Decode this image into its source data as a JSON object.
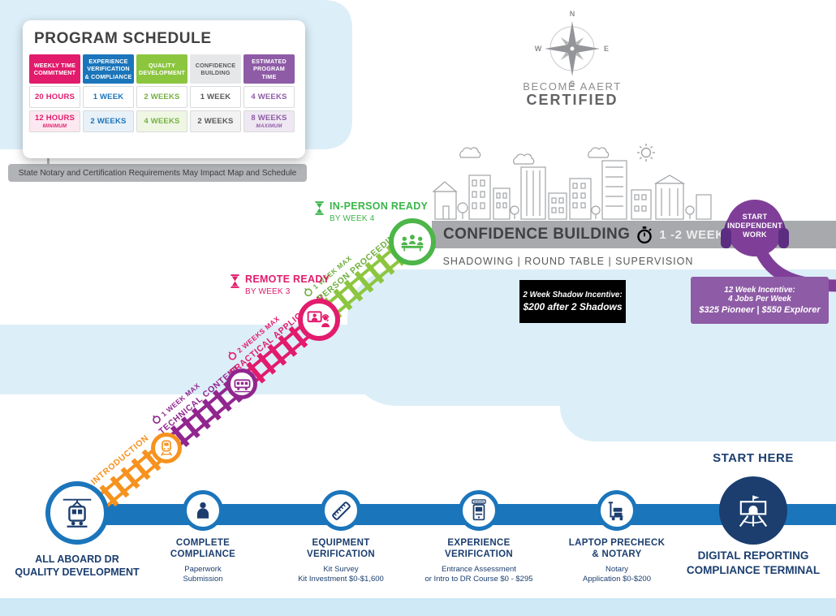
{
  "palette": {
    "blue": "#1b75bb",
    "navy": "#1b3e6f",
    "orange": "#f6921e",
    "purple": "#91268f",
    "pink": "#e21b6c",
    "green": "#8cc63f",
    "green_bright": "#3bb54a",
    "gray_band": "#a7a9ac",
    "purple_deep": "#7f3f98",
    "purple_box": "#8e5ba6",
    "water": "#dceef8",
    "black": "#000000"
  },
  "schedule": {
    "title": "PROGRAM SCHEDULE",
    "note": "State Notary and Certification Requirements May Impact Map and Schedule",
    "columns": [
      {
        "header": "WEEKLY TIME COMMITMENT",
        "color": "#e21b6c",
        "row1": "20 HOURS",
        "row2": "12 HOURS",
        "row2_note": "MINIMUM"
      },
      {
        "header": "EXPERIENCE VERIFICATION & COMPLIANCE",
        "color": "#1b75bb",
        "row1": "1 WEEK",
        "row2": "2 WEEKS",
        "row2_note": ""
      },
      {
        "header": "QUALITY DEVELOPMENT",
        "color": "#8cc63f",
        "row1": "2 WEEKS",
        "row2": "4 WEEKS",
        "row2_note": ""
      },
      {
        "header": "CONFIDENCE BUILDING",
        "color": "#58595b",
        "row1": "1 WEEK",
        "row2": "2 WEEKS",
        "row2_note": ""
      },
      {
        "header": "ESTIMATED PROGRAM TIME",
        "color": "#8e5ba6",
        "row1": "4 WEEKS",
        "row2": "8 WEEKS",
        "row2_note": "MAXIMUM"
      }
    ]
  },
  "compass": {
    "n": "N",
    "e": "E",
    "s": "S",
    "w": "W",
    "line1": "BECOME AAERT",
    "line2": "CERTIFIED"
  },
  "confidence": {
    "title": "CONFIDENCE BUILDING",
    "duration": "1 -2 WEEKS",
    "activities": "SHADOWING | ROUND TABLE | SUPERVISION"
  },
  "incentives": {
    "shadow": {
      "line1": "2 Week Shadow Incentive:",
      "line2": "$200 after 2 Shadows"
    },
    "twelve_week": {
      "line1": "12 Week Incentive:",
      "line2": "4 Jobs Per Week",
      "line3": "$325 Pioneer | $550 Explorer"
    }
  },
  "independent": {
    "line1": "START",
    "line2": "INDEPENDENT",
    "line3": "WORK"
  },
  "track": {
    "segments": [
      {
        "name": "INTRODUCTION",
        "duration": "",
        "color": "#f6921e"
      },
      {
        "name": "TECHNICAL CONTENT",
        "duration": "1 WEEK MAX",
        "color": "#91268f"
      },
      {
        "name": "PRACTICAL APPLICATION",
        "duration": "2 WEEKS MAX",
        "color": "#e21b6c"
      },
      {
        "name": "IN PERSON PROCEEDINGS",
        "duration": "1 WEEK MAX",
        "color": "#8cc63f"
      }
    ],
    "milestones": [
      {
        "title": "REMOTE READY",
        "subtitle": "BY WEEK 3",
        "color": "#e21b6c"
      },
      {
        "title": "IN-PERSON READY",
        "subtitle": "BY WEEK 4",
        "color": "#3bb54a"
      }
    ]
  },
  "route": {
    "start": {
      "label1": "ALL ABOARD DR",
      "label2": "QUALITY DEVELOPMENT"
    },
    "stops": [
      {
        "title1": "COMPLETE",
        "title2": "COMPLIANCE",
        "desc1": "Paperwork",
        "desc2": "Submission"
      },
      {
        "title1": "EQUIPMENT",
        "title2": "VERIFICATION",
        "desc1": "Kit Survey",
        "desc2": "Kit Investment $0-$1,600"
      },
      {
        "title1": "EXPERIENCE",
        "title2": "VERIFICATION",
        "desc1": "Entrance Assessment",
        "desc2": "or Intro to DR Course $0 - $295",
        "kiosk_sign": "TICKETS"
      },
      {
        "title1": "LAPTOP PRECHECK",
        "title2": "& NOTARY",
        "desc1": "Notary",
        "desc2": "Application $0-$200"
      }
    ],
    "terminal": {
      "start_here": "START HERE",
      "name1": "DIGITAL REPORTING",
      "name2": "COMPLIANCE TERMINAL"
    }
  }
}
